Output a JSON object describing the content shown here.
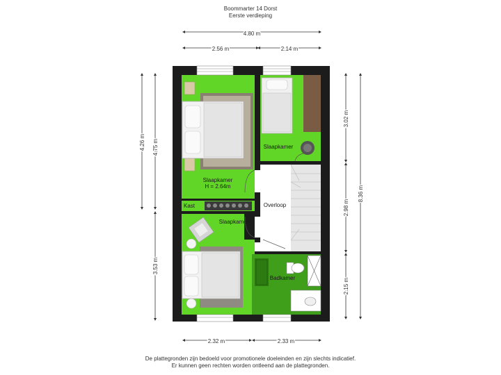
{
  "header": {
    "address": "Boommarter 14 Dorst",
    "floor": "Eerste verdieping"
  },
  "dimensions": {
    "top_total": "4.80 m",
    "top_left": "2.56 m",
    "top_right": "2.14 m",
    "bottom_left": "2.32 m",
    "bottom_right": "2.33 m",
    "left_outer": "4.26 m",
    "left_inner_top": "4.75 m",
    "left_inner_bottom": "3.53 m",
    "right_outer": "8.36 m",
    "right_top": "3.02 m",
    "right_mid": "2.98 m",
    "right_bottom": "2.15 m"
  },
  "rooms": {
    "bedroom_main": "Slaapkamer",
    "bedroom_main_height": "H = 2.64m",
    "bedroom_small": "Slaapkamer",
    "bedroom_bottom": "Slaapkamer",
    "landing": "Overloop",
    "bathroom": "Badkamer",
    "closet": "Kast"
  },
  "footer": {
    "line1": "De plattegronden zijn bedoeld voor promotionele doeleinden en zijn slechts indicatief.",
    "line2": "Er kunnen geen rechten worden ontleend aan de plattegronden."
  },
  "colors": {
    "room_green": "#62d626",
    "bath_green": "#3f9e1a",
    "wall": "#1c1c1c",
    "floor_white": "#ffffff",
    "dim_line": "#333333"
  }
}
